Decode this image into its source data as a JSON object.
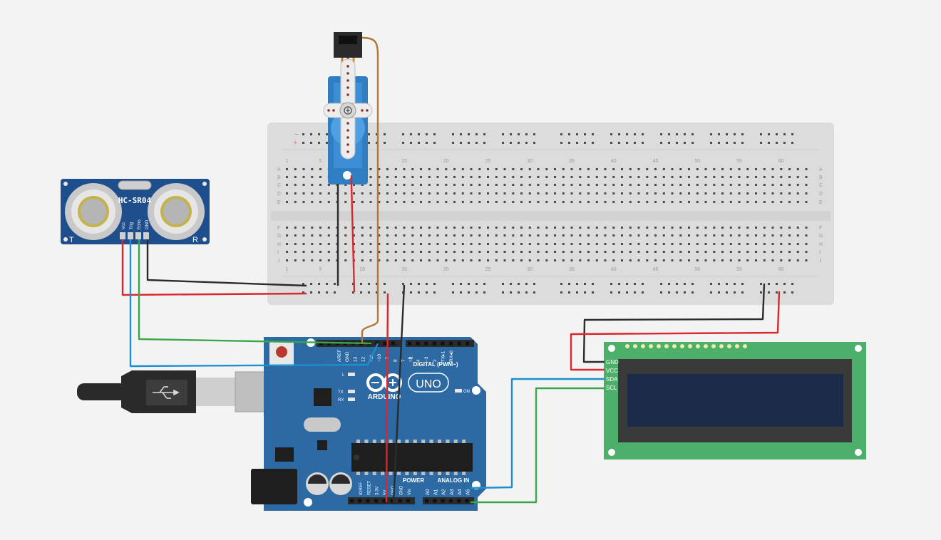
{
  "sensor": {
    "label": "HC-SR04",
    "pins": [
      "Vcc",
      "Trig",
      "Echo",
      "GND"
    ],
    "left_mark": "T",
    "right_mark": "R"
  },
  "breadboard": {
    "rail_minus": "−",
    "rail_plus": "+",
    "col_numbers": [
      "1",
      "5",
      "10",
      "15",
      "20",
      "25",
      "30",
      "35",
      "40",
      "45",
      "50",
      "55",
      "60"
    ],
    "rows_top": [
      "A",
      "B",
      "C",
      "D",
      "E"
    ],
    "rows_bottom": [
      "F",
      "G",
      "H",
      "I",
      "J"
    ]
  },
  "arduino": {
    "brand": "ARDUINO",
    "model": "UNO",
    "digital_label": "DIGITAL (PWM~)",
    "top_pins": [
      "AREF",
      "GND",
      "13",
      "12",
      "~11",
      "~10",
      "~9",
      "8",
      "7",
      "~6",
      "~5",
      "4",
      "~3",
      "2",
      "TX▸1",
      "RX◂0"
    ],
    "leds": [
      "L",
      "TX",
      "RX"
    ],
    "on_label": "ON",
    "power_label": "POWER",
    "analog_label": "ANALOG IN",
    "power_pins": [
      "IOREF",
      "RESET",
      "3.3V",
      "5V",
      "GND",
      "GND",
      "Vin"
    ],
    "analog_pins": [
      "A0",
      "A1",
      "A2",
      "A3",
      "A4",
      "A5"
    ]
  },
  "lcd": {
    "pins": [
      "GND",
      "VCC",
      "SDA",
      "SCL"
    ]
  },
  "colors": {
    "background": "#f3f3f3",
    "breadboard": "#dcdcdc",
    "arduino": "#2d6aa3",
    "sensor": "#1f4e8c",
    "lcd_pcb": "#4caf6a",
    "lcd_screen": "#1c2b48",
    "wire_red": "#d9272d",
    "wire_black": "#2b2b2b",
    "wire_green": "#3aa64b",
    "wire_blue": "#1a8fd1",
    "wire_brown": "#b0763a",
    "servo": "#2f7ec2"
  }
}
